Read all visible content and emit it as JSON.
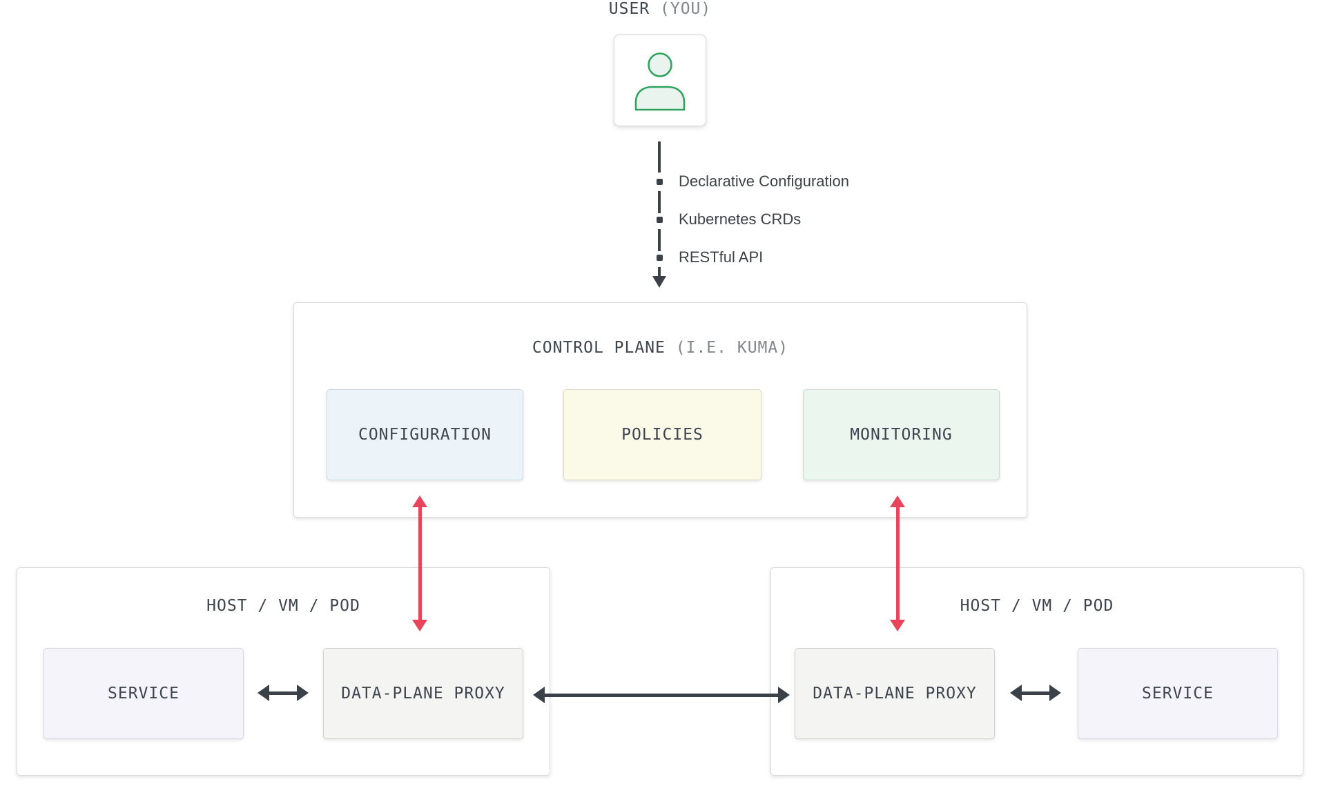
{
  "palette": {
    "arrow_dark": "#3b4149",
    "accent_red": "#e8445c",
    "icon_green_stroke": "#2fa35e",
    "icon_green_fill": "#e9f4ee",
    "text_dark": "#3f454e",
    "text_light": "#81868d",
    "configuration_fill": "#edf4f9",
    "policies_fill": "#fbfae9",
    "monitoring_fill": "#eaf6ee",
    "service_fill": "#f4f4fa",
    "proxy_fill": "#f4f4f2"
  },
  "user": {
    "title": "USER",
    "title_suffix": "(YOU)",
    "icon": "person-icon"
  },
  "flow_arrow": {
    "items": [
      "Declarative Configuration",
      "Kubernetes CRDs",
      "RESTful API"
    ]
  },
  "control_plane": {
    "title": "CONTROL PLANE",
    "title_suffix": "(I.E. KUMA)",
    "boxes": [
      {
        "label": "CONFIGURATION"
      },
      {
        "label": "POLICIES"
      },
      {
        "label": "MONITORING"
      }
    ]
  },
  "host_left": {
    "title": "HOST / VM / POD",
    "service": "SERVICE",
    "proxy": "DATA-PLANE PROXY"
  },
  "host_right": {
    "title": "HOST / VM / POD",
    "service": "SERVICE",
    "proxy": "DATA-PLANE PROXY"
  }
}
